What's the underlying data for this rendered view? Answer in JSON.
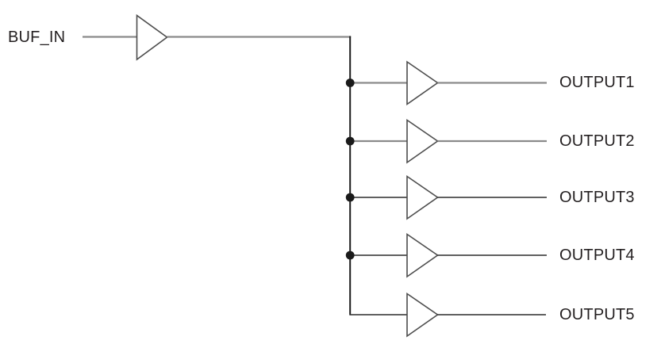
{
  "diagram": {
    "description": "Clock fanout buffer block diagram: one input buffer driving five output buffers",
    "input_label": "BUF_IN",
    "outputs": [
      {
        "label": "OUTPUT1"
      },
      {
        "label": "OUTPUT2"
      },
      {
        "label": "OUTPUT3"
      },
      {
        "label": "OUTPUT4"
      },
      {
        "label": "OUTPUT5"
      }
    ],
    "colors": {
      "wire_gray": "#8a8a8a",
      "wire_dark": "#2b2b2b",
      "bus_dark": "#1b1b1b",
      "triangle_stroke": "#4d4d4d",
      "triangle_fill": "#ffffff",
      "junction_dot": "#1a1a1a",
      "text": "#231f20",
      "background": "#ffffff"
    }
  }
}
